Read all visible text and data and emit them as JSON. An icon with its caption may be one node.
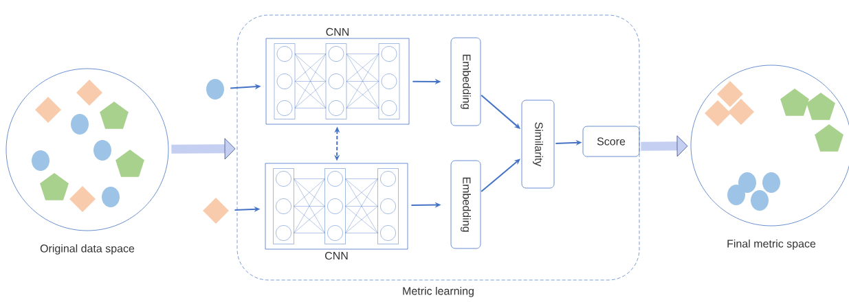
{
  "diagram": {
    "nodes": [
      {
        "text": [
          "Original data space"
        ]
      },
      {
        "text": [
          "Metric learning"
        ]
      },
      {
        "text": [],
        "shape": "circle"
      },
      {
        "text": [],
        "shape": "diamond"
      },
      {
        "text": [
          "CNN"
        ],
        "in": 1
      },
      {
        "text": [
          "CNN"
        ],
        "in": 1
      },
      {
        "text": [
          "Embedding"
        ],
        "in": 1
      },
      {
        "text": [
          "Embedding"
        ],
        "in": 1
      },
      {
        "text": [
          "Similarity"
        ],
        "in": 1
      },
      {
        "text": [
          "Score"
        ],
        "in": 1
      },
      {
        "text": [
          "Final metric space"
        ]
      }
    ],
    "edges": [
      {
        "from": 0,
        "to": 1,
        "arrow": "to",
        "style": "thick",
        "color": "#c5cff2"
      },
      {
        "from": 2,
        "to": 4,
        "arrow": "to"
      },
      {
        "from": 3,
        "to": 5,
        "arrow": "to"
      },
      {
        "from": 4,
        "to": 5,
        "arrow": "both",
        "style": "dashed"
      },
      {
        "from": 4,
        "to": 6,
        "arrow": "to"
      },
      {
        "from": 5,
        "to": 7,
        "arrow": "to"
      },
      {
        "from": 6,
        "to": 8,
        "arrow": "to"
      },
      {
        "from": 7,
        "to": 8,
        "arrow": "to"
      },
      {
        "from": 8,
        "to": 9,
        "arrow": "to"
      },
      {
        "from": 1,
        "to": 10,
        "arrow": "to",
        "style": "thick",
        "color": "#c5cff2"
      }
    ]
  }
}
